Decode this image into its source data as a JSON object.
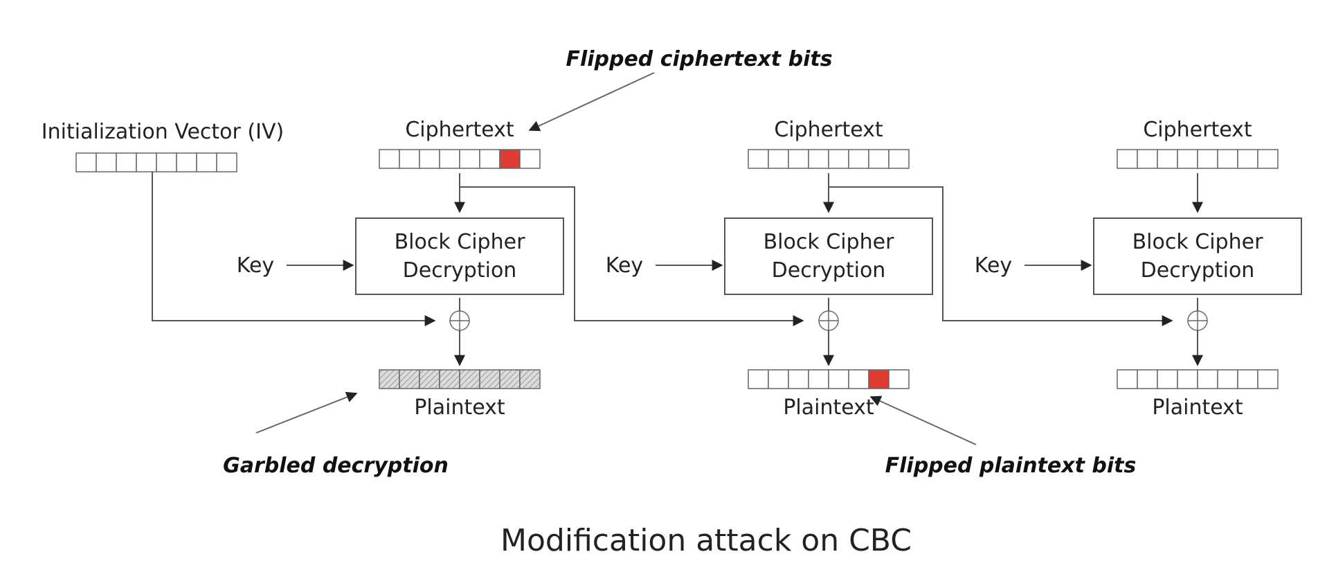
{
  "title": "Modification attack on CBC",
  "iv": {
    "label": "Initialization Vector (IV)",
    "cells": 8
  },
  "stages": [
    {
      "ciphertext_label": "Ciphertext",
      "cipher_box_line1": "Block Cipher",
      "cipher_box_line2": "Decryption",
      "key_label": "Key",
      "plaintext_label": "Plaintext",
      "ciphertext_flipped_cell": 6,
      "plaintext_state": "garbled",
      "plaintext_flipped_cell": null
    },
    {
      "ciphertext_label": "Ciphertext",
      "cipher_box_line1": "Block Cipher",
      "cipher_box_line2": "Decryption",
      "key_label": "Key",
      "plaintext_label": "Plaintext",
      "ciphertext_flipped_cell": null,
      "plaintext_state": "flipped",
      "plaintext_flipped_cell": 6
    },
    {
      "ciphertext_label": "Ciphertext",
      "cipher_box_line1": "Block Cipher",
      "cipher_box_line2": "Decryption",
      "key_label": "Key",
      "plaintext_label": "Plaintext",
      "ciphertext_flipped_cell": null,
      "plaintext_state": "normal",
      "plaintext_flipped_cell": null
    }
  ],
  "annotations": {
    "flipped_ciphertext": "Flipped ciphertext bits",
    "garbled_decryption": "Garbled decryption",
    "flipped_plaintext": "Flipped plaintext bits"
  },
  "colors": {
    "flipped": "#e03c33",
    "line": "#555555"
  }
}
